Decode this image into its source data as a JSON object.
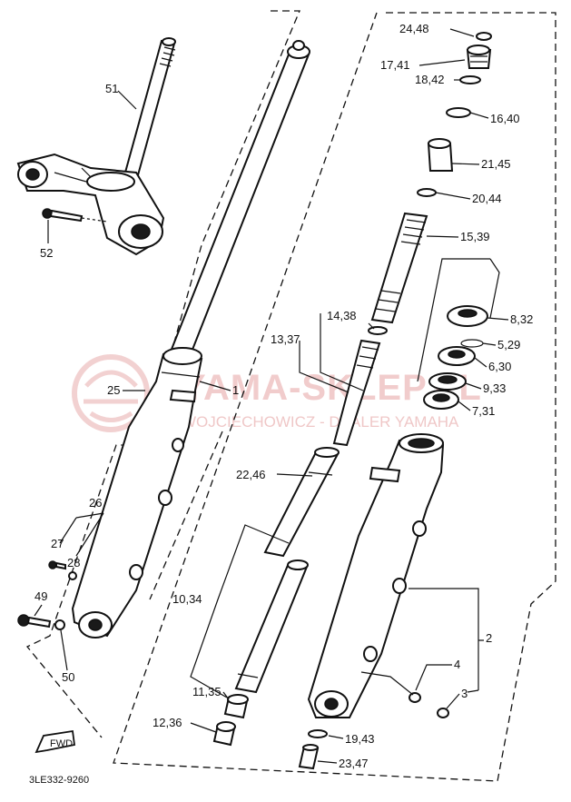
{
  "watermark": {
    "title": "YAMA-SKLEP.PL",
    "subtitle": "WOJCIECHOWICZ - DEALER YAMAHA"
  },
  "diagram_code": "3LE332-9260",
  "fwd_label": "FWD",
  "callouts": {
    "c51": "51",
    "c52": "52",
    "c25": "25",
    "c1": "1",
    "c26": "26",
    "c27": "27",
    "c28": "28",
    "c49": "49",
    "c50": "50",
    "c24": "24,48",
    "c17": "17,41",
    "c18": "18,42",
    "c16": "16,40",
    "c21": "21,45",
    "c20": "20,44",
    "c15": "15,39",
    "c14": "14,38",
    "c13": "13,37",
    "c8": "8,32",
    "c5": "5,29",
    "c6": "6,30",
    "c9": "9,33",
    "c7": "7,31",
    "c22": "22,46",
    "c10": "10,34",
    "c11": "11,35",
    "c12": "12,36",
    "c2": "2",
    "c4": "4",
    "c3": "3",
    "c19": "19,43",
    "c23": "23,47"
  }
}
